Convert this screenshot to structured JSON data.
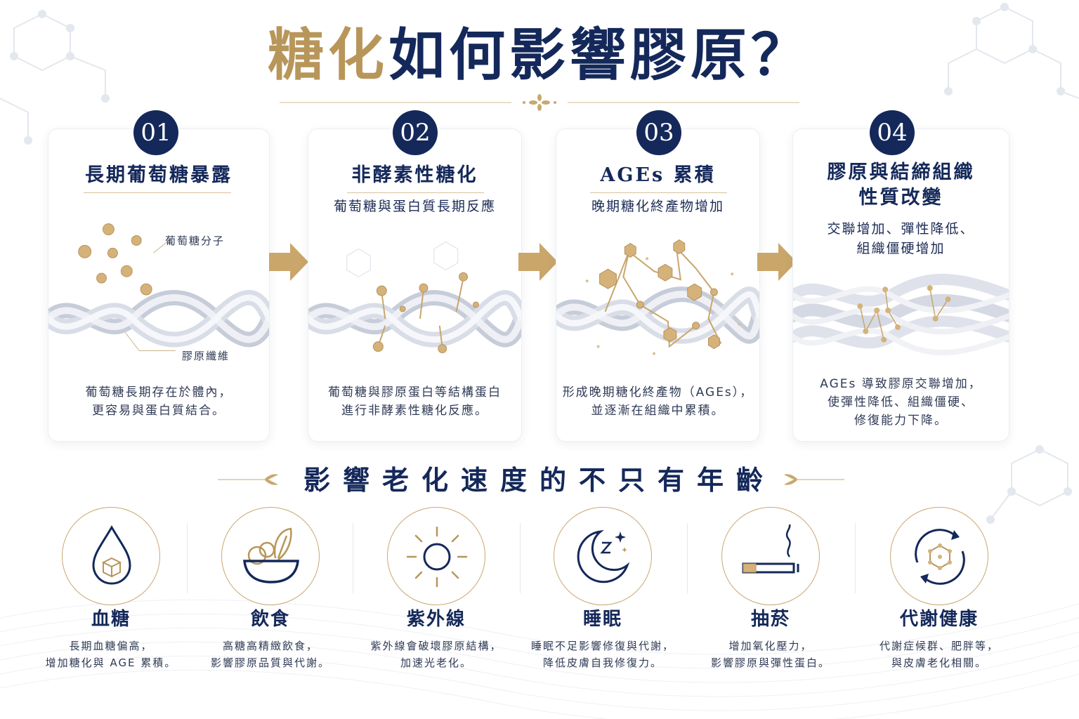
{
  "title": {
    "part_gold": "糖化",
    "part_navy": "如何影響膠原？"
  },
  "steps": [
    {
      "number": "01",
      "title": "長期葡萄糖暴露",
      "annotation_glucose": "葡萄糖分子",
      "annotation_collagen": "膠原纖維",
      "desc_line1": "葡萄糖長期存在於體內，",
      "desc_line2": "更容易與蛋白質結合。"
    },
    {
      "number": "02",
      "title": "非酵素性糖化",
      "subtitle": "葡萄糖與蛋白質長期反應",
      "desc_line1": "葡萄糖與膠原蛋白等結構蛋白",
      "desc_line2": "進行非酵素性糖化反應。"
    },
    {
      "number": "03",
      "title": "AGEs 累積",
      "subtitle": "晚期糖化終產物增加",
      "desc_line1": "形成晚期糖化終產物（AGEs），",
      "desc_line2": "並逐漸在組織中累積。"
    },
    {
      "number": "04",
      "title_line1": "膠原與結締組織",
      "title_line2": "性質改變",
      "subtitle_line1": "交聯增加、彈性降低、",
      "subtitle_line2": "組織僵硬增加",
      "desc_line1": "AGEs 導致膠原交聯增加，",
      "desc_line2": "使彈性降低、組織僵硬、",
      "desc_line3": "修復能力下降。"
    }
  ],
  "section_title": "影響老化速度的不只有年齡",
  "factors": [
    {
      "name": "血糖",
      "icon": "water-drop-sugar-cube-icon",
      "desc_line1": "長期血糖偏高，",
      "desc_line2": "增加糖化與 AGE 累積。"
    },
    {
      "name": "飲食",
      "icon": "food-bowl-icon",
      "desc_line1": "高糖高精緻飲食，",
      "desc_line2": "影響膠原品質與代謝。"
    },
    {
      "name": "紫外線",
      "icon": "sun-icon",
      "desc_line1": "紫外線會破壞膠原結構，",
      "desc_line2": "加速光老化。"
    },
    {
      "name": "睡眠",
      "icon": "moon-sleep-icon",
      "desc_line1": "睡眠不足影響修復與代謝，",
      "desc_line2": "降低皮膚自我修復力。"
    },
    {
      "name": "抽菸",
      "icon": "cigarette-icon",
      "desc_line1": "增加氧化壓力，",
      "desc_line2": "影響膠原與彈性蛋白。"
    },
    {
      "name": "代謝健康",
      "icon": "metabolism-cycle-icon",
      "desc_line1": "代謝症候群、肥胖等，",
      "desc_line2": "與皮膚老化相關。"
    }
  ],
  "colors": {
    "navy": "#14285a",
    "gold": "#b8965a",
    "fiber": "#e6e8ef"
  }
}
